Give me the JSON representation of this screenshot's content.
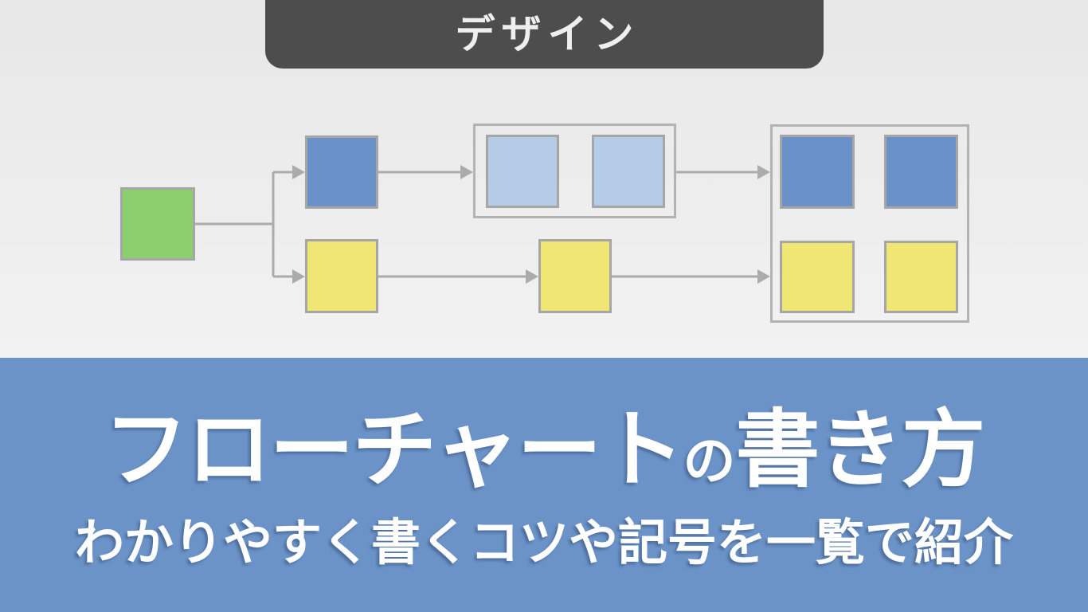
{
  "badge": {
    "label": "デザイン",
    "background": "#4d4d4d",
    "text_color": "#efefef"
  },
  "banner": {
    "background": "#6b93c8",
    "text_color": "#ffffff",
    "title": {
      "part1": "フローチャート",
      "particle": "の",
      "part2": "書き方",
      "full": "フローチャートの書き方"
    },
    "subtitle": "わかりやすく書くコツや記号を一覧で紹介"
  },
  "diagram": {
    "background_top": "#e7e7e8",
    "background_bottom": "#f2f2f3",
    "connector_color": "#ababab",
    "node_border_color": "#a6a6a6",
    "group_border_color": "#b3b3b3",
    "node_colors": {
      "start_green": "#8ccf6f",
      "process_blue": "#6a92c8",
      "process_yellow": "#f0e673",
      "subprocess_light_blue": "#b5cce8"
    },
    "nodes": [
      {
        "id": "start",
        "color": "start_green"
      },
      {
        "id": "blue-1",
        "color": "process_blue"
      },
      {
        "id": "yellow-1",
        "color": "process_yellow"
      },
      {
        "id": "group-mid",
        "children": [
          "light-blue-1",
          "light-blue-2"
        ]
      },
      {
        "id": "yellow-2",
        "color": "process_yellow"
      },
      {
        "id": "group-right",
        "children": [
          "blue-top-left",
          "blue-top-right",
          "yellow-bottom-left",
          "yellow-bottom-right"
        ]
      }
    ],
    "edges": [
      "start -> blue-1",
      "start -> yellow-1",
      "blue-1 -> group-mid",
      "group-mid -> group-right",
      "yellow-1 -> yellow-2",
      "yellow-2 -> group-right"
    ]
  }
}
